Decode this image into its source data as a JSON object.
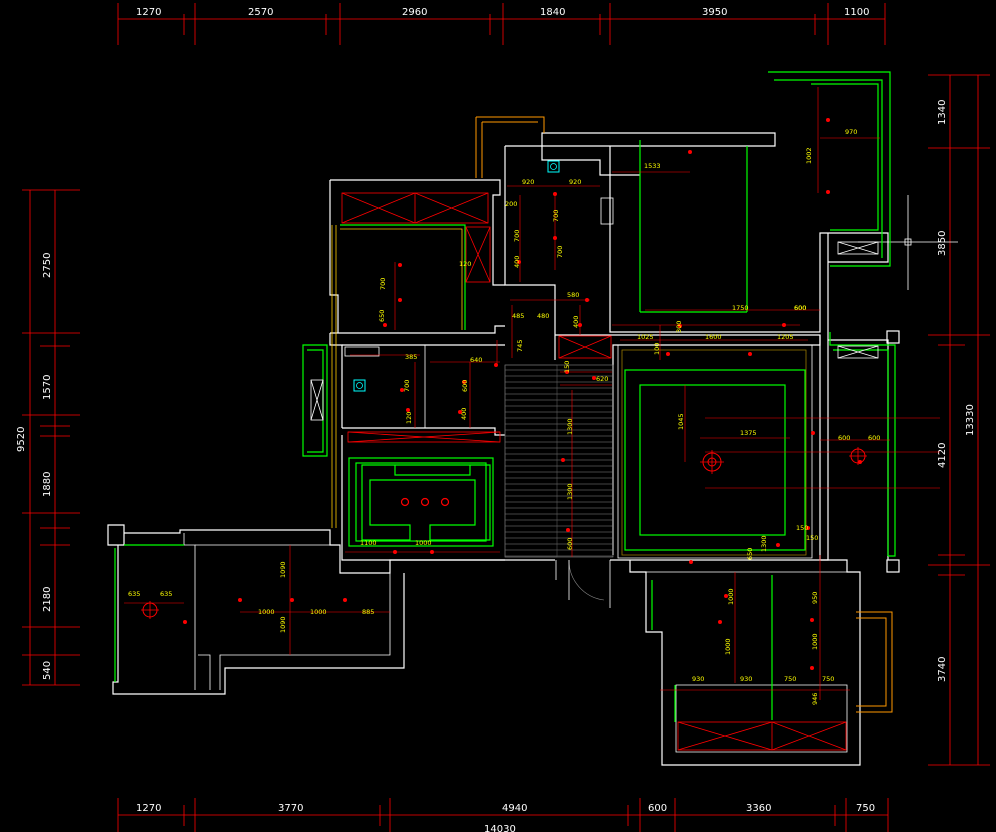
{
  "dims": {
    "top": [
      "1270",
      "2570",
      "2960",
      "1840",
      "3950",
      "1100"
    ],
    "bottom": [
      "1270",
      "3770",
      "4940",
      "600",
      "3360",
      "750"
    ],
    "bottom_total": "14030",
    "left": [
      "2750",
      "1570",
      "1880",
      "2180",
      "540"
    ],
    "left_total": "9520",
    "right": [
      "1340",
      "3850",
      "4120",
      "3740"
    ],
    "right_total": "13330"
  },
  "labels": {
    "l1": "920",
    "l2": "920",
    "l3": "1533",
    "l4": "200",
    "l5": "700",
    "l6": "400",
    "l7": "700",
    "l8": "700",
    "l9": "120",
    "l10": "700",
    "l11": "650",
    "l12": "600",
    "l13": "970",
    "l14": "1002",
    "l15": "1750",
    "l16": "600",
    "l17": "580",
    "l18": "485",
    "l19": "480",
    "l20": "745",
    "l21": "400",
    "l22": "1025",
    "l23": "1600",
    "l24": "1205",
    "l25": "300",
    "l26": "100",
    "l27": "385",
    "l28": "640",
    "l29": "700",
    "l30": "120",
    "l31": "600",
    "l32": "400",
    "l33": "620",
    "l34": "150",
    "l35": "1045",
    "l36": "1375",
    "l37": "600",
    "l38": "600",
    "l39": "1300",
    "l40": "1300",
    "l41": "600",
    "l42": "1100",
    "l43": "1000",
    "l44": "150",
    "l45": "150",
    "l46": "1300",
    "l47": "650",
    "l48": "635",
    "l49": "635",
    "l50": "1000",
    "l51": "1000",
    "l52": "885",
    "l53": "1090",
    "l54": "1090",
    "l55": "1000",
    "l56": "950",
    "l57": "1000",
    "l58": "1000",
    "l59": "930",
    "l60": "930",
    "l61": "750",
    "l62": "750",
    "l63": "946"
  }
}
